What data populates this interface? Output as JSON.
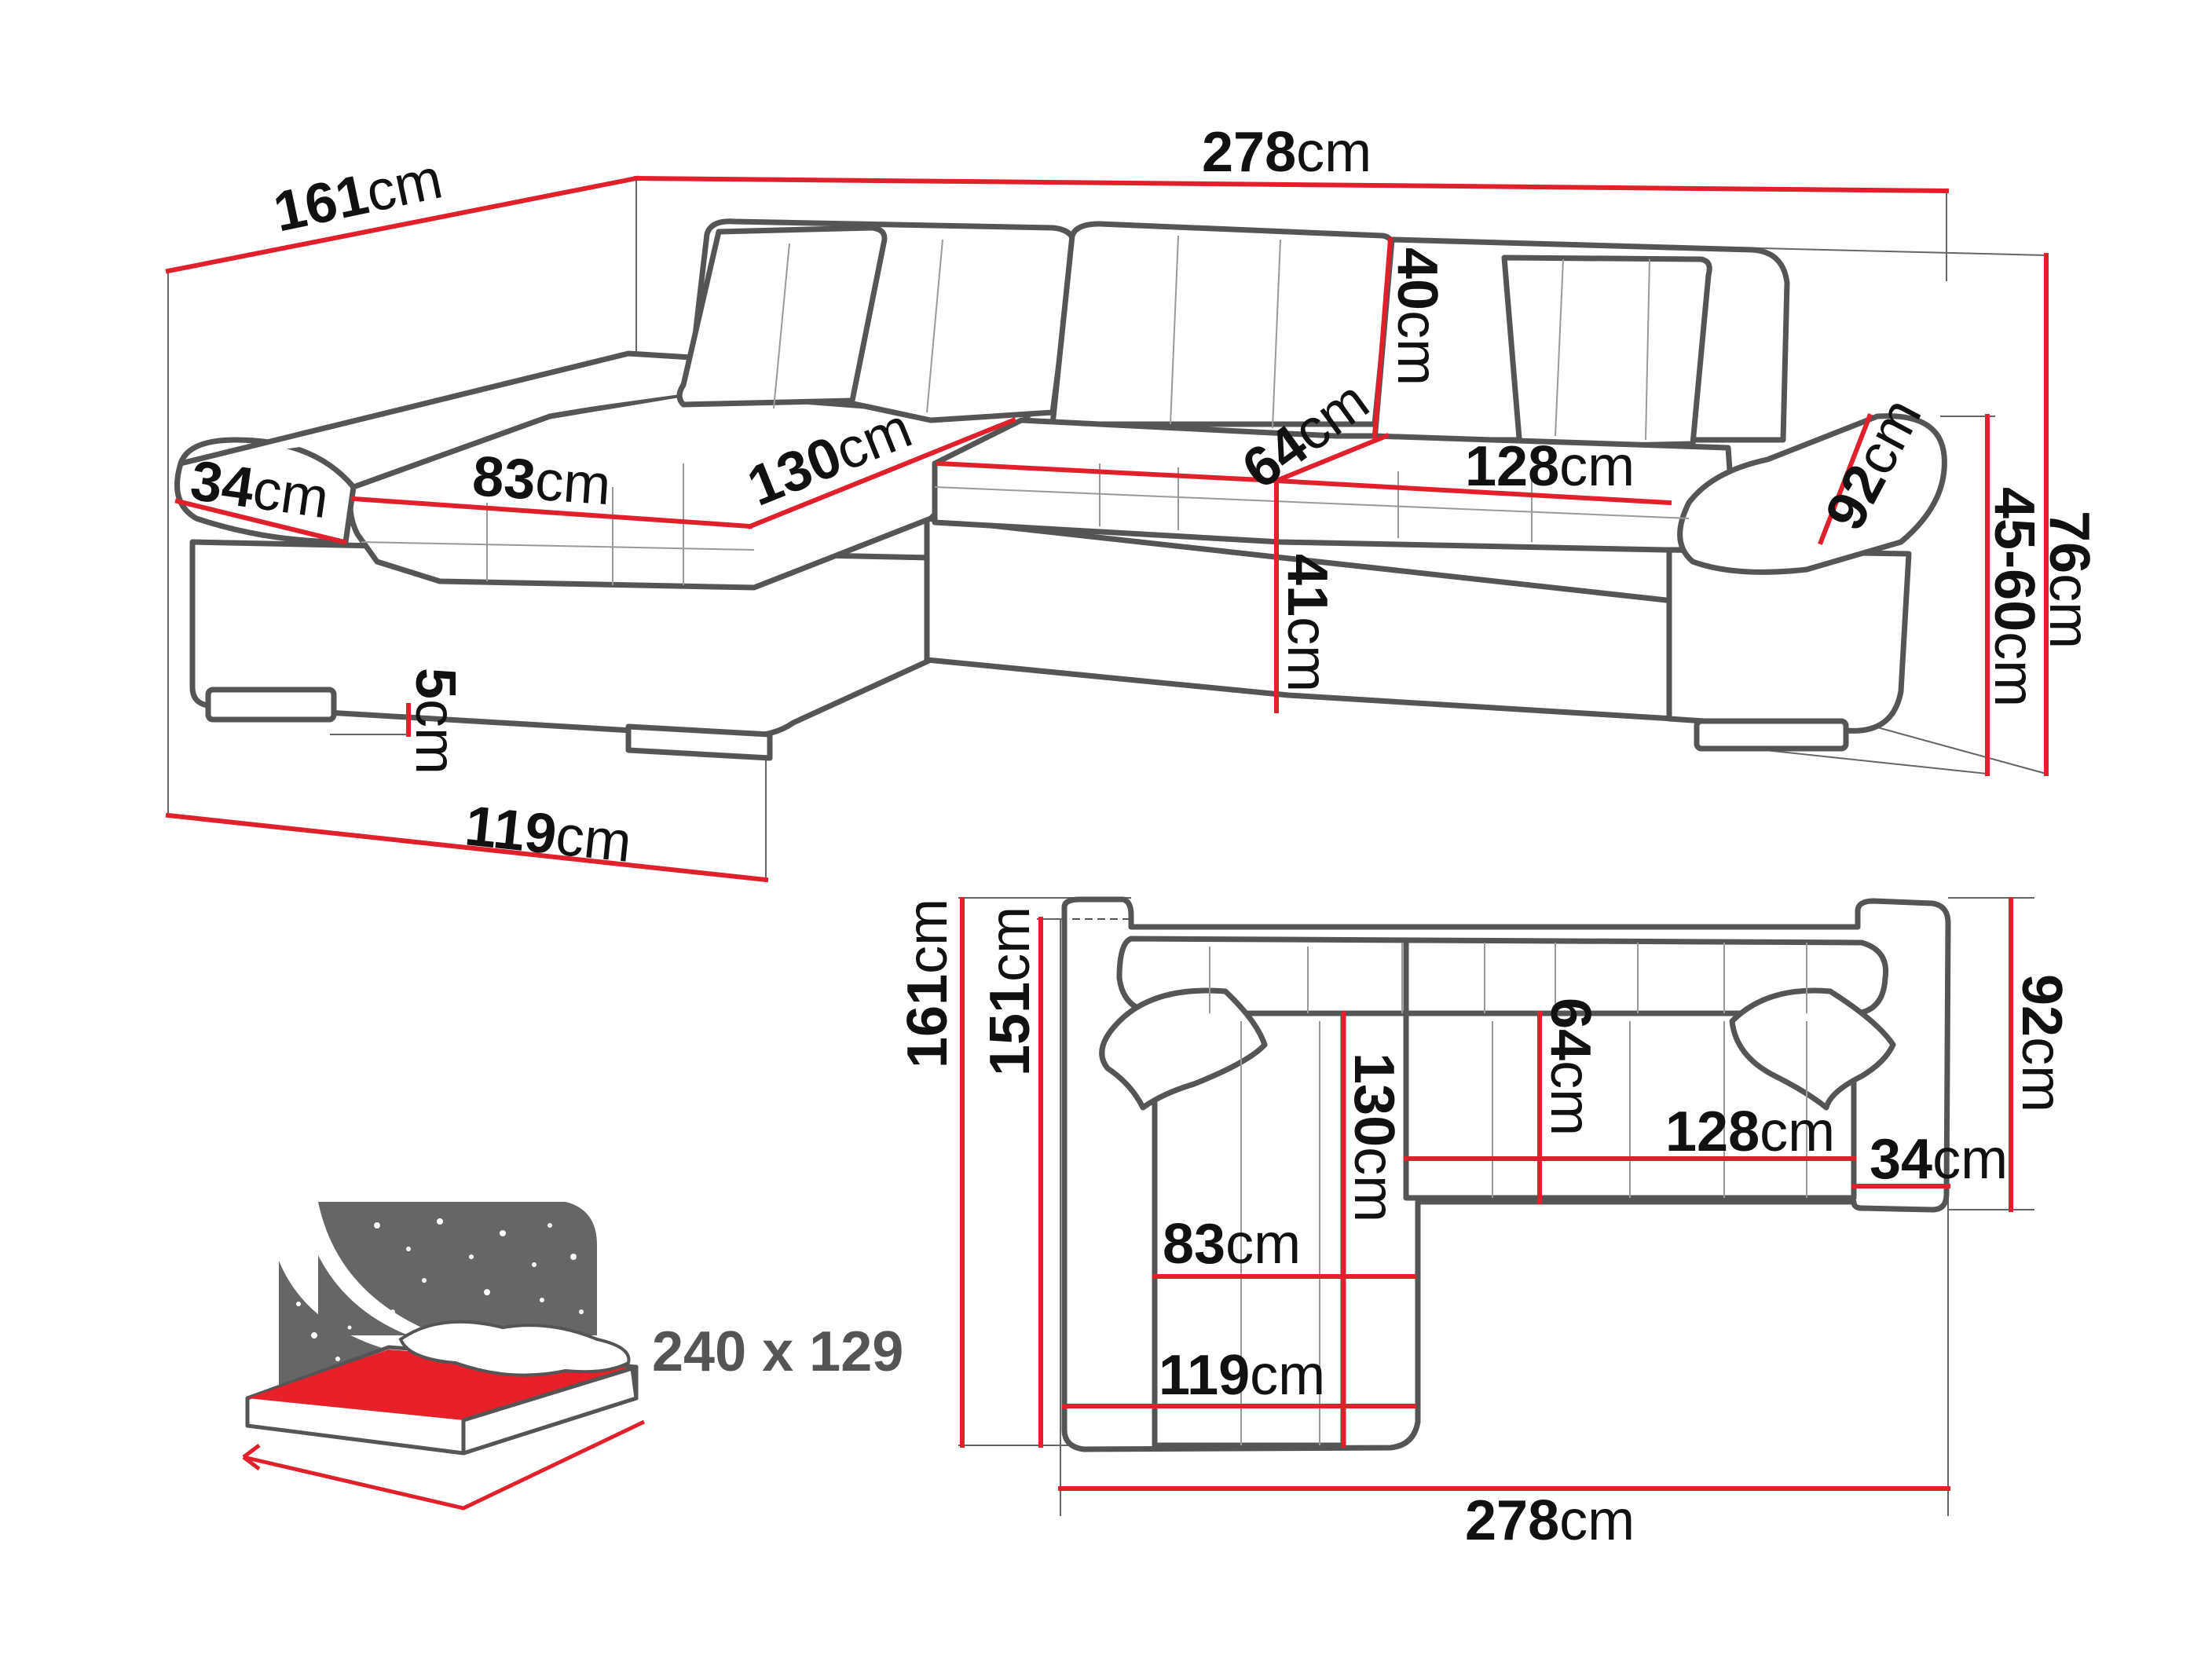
{
  "unit": "cm",
  "perspective_view": {
    "depth_total": "161",
    "width_total": "278",
    "chaise_arm_depth": "34",
    "chaise_seat_width": "83",
    "chaise_seat_length": "130",
    "back_height": "40",
    "seat_depth": "64",
    "seat_height": "41",
    "right_seat_width": "128",
    "right_arm_length": "92",
    "arm_height_range": "45-60",
    "total_height": "76",
    "leg_height": "5",
    "chaise_width": "119"
  },
  "top_view": {
    "depth_total": "161",
    "inner_depth": "151",
    "chaise_length": "130",
    "seat_depth": "64",
    "right_depth": "92",
    "right_seat_width": "128",
    "arm_width": "34",
    "chaise_seat_width": "83",
    "chaise_width": "119",
    "width_total": "278"
  },
  "bed": {
    "size_label": "240 x 129"
  },
  "colors": {
    "dimension_line": "#e0202a",
    "outline": "#555555",
    "bed_sheet": "#e8202a",
    "night_sky": "#666666"
  }
}
